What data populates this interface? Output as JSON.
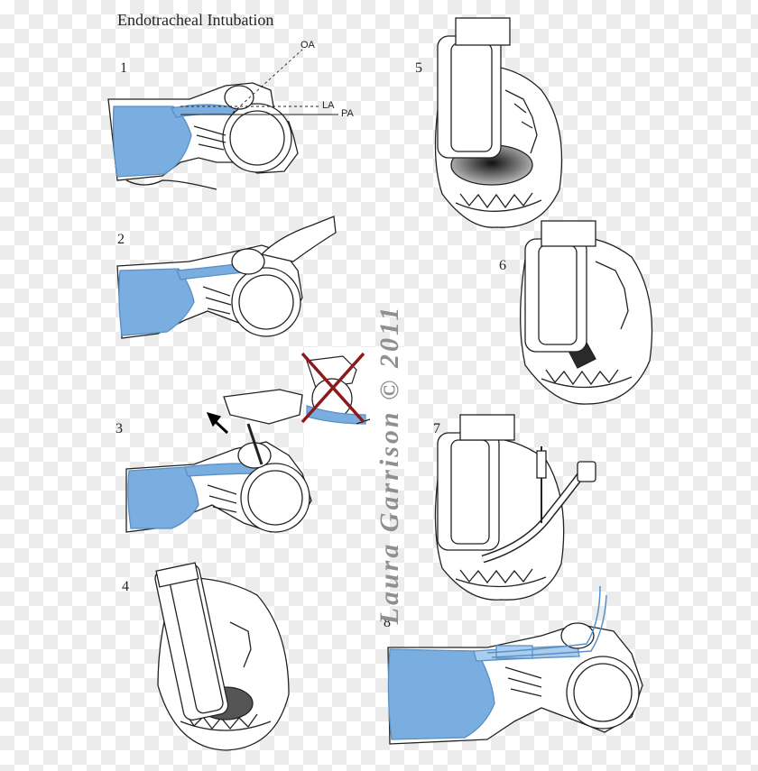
{
  "title": "Endotracheal Intubation",
  "steps": {
    "s1": "1",
    "s2": "2",
    "s3": "3",
    "s4": "4",
    "s5": "5",
    "s6": "6",
    "s7": "7",
    "s8": "8"
  },
  "axes": {
    "oa": "OA",
    "la": "LA",
    "pa": "PA"
  },
  "watermark": "Laura Garrison © 2011",
  "colors": {
    "airway_blue": "#7aaee0",
    "light_blue": "#a9cdee",
    "outline": "#222222",
    "cross_red": "#8b1a1a",
    "watermark_gray": "#8f8f8f",
    "throat_dark": "#2a2a2a"
  }
}
